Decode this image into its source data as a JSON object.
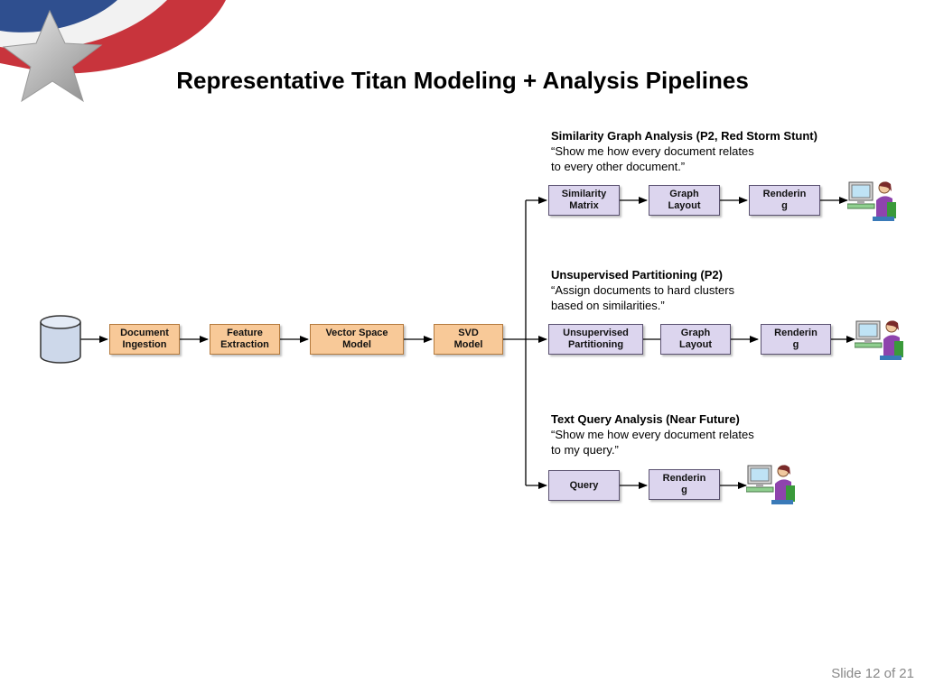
{
  "title": "Representative Titan Modeling + Analysis Pipelines",
  "slide_number": "Slide 12 of 21",
  "colors": {
    "main_box_fill": "#f8c998",
    "branch_box_fill": "#dcd5ee",
    "logo_red": "#c8343c",
    "logo_blue": "#2f4f8f"
  },
  "main_pipeline": {
    "source_icon": "database-cylinder-icon",
    "steps": [
      {
        "label": "Document\nIngestion"
      },
      {
        "label": "Feature\nExtraction"
      },
      {
        "label": "Vector Space\nModel"
      },
      {
        "label": "SVD\nModel"
      }
    ]
  },
  "branches": [
    {
      "heading": "Similarity Graph Analysis (P2, Red Storm Stunt)",
      "quote": "“Show me how every document relates\nto every other document.”",
      "steps": [
        "Similarity\nMatrix",
        "Graph\nLayout",
        "Renderin\ng"
      ],
      "user_icon": "user-at-computer-icon"
    },
    {
      "heading": "Unsupervised Partitioning (P2)",
      "quote": "“Assign documents to hard clusters\nbased on similarities.”",
      "steps": [
        "Unsupervised\nPartitioning",
        "Graph\nLayout",
        "Renderin\ng"
      ],
      "user_icon": "user-at-computer-icon"
    },
    {
      "heading": "Text Query Analysis (Near Future)",
      "quote": "“Show me how every document relates\nto my query.”",
      "steps": [
        "Query",
        "Renderin\ng"
      ],
      "user_icon": "user-at-computer-icon"
    }
  ]
}
